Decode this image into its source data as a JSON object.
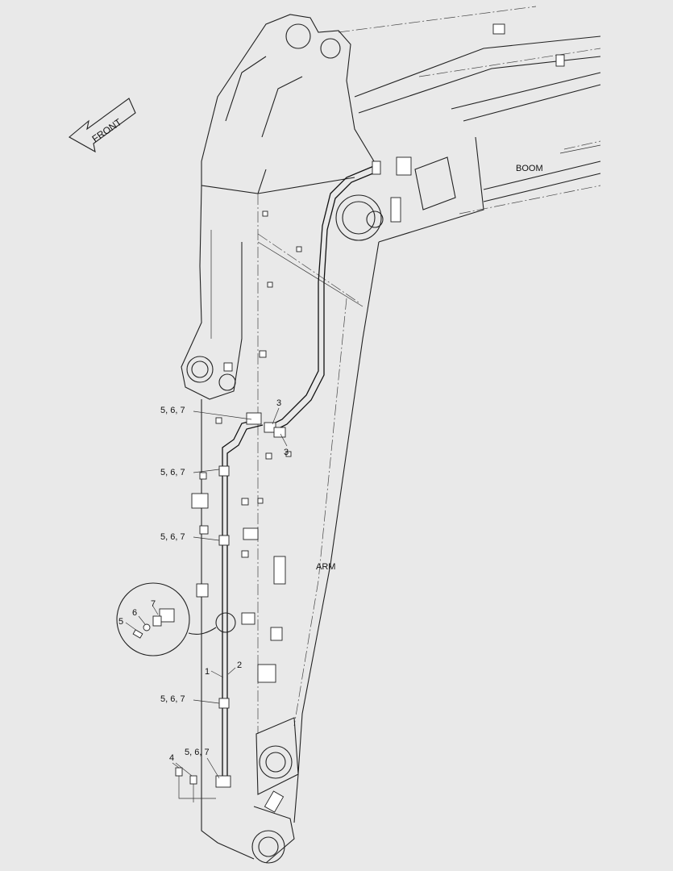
{
  "labels": {
    "front": "FRONT",
    "boom": "BOOM",
    "arm": "ARM"
  },
  "callouts": {
    "c1": "1",
    "c2": "2",
    "c3a": "3",
    "c3b": "3",
    "c4": "4",
    "c5": "5",
    "c6": "6",
    "c7": "7",
    "c567_a": "5, 6, 7",
    "c567_b": "5, 6, 7",
    "c567_c": "5, 6, 7",
    "c567_d": "5, 6, 7",
    "c567_e": "5, 6, 7"
  }
}
